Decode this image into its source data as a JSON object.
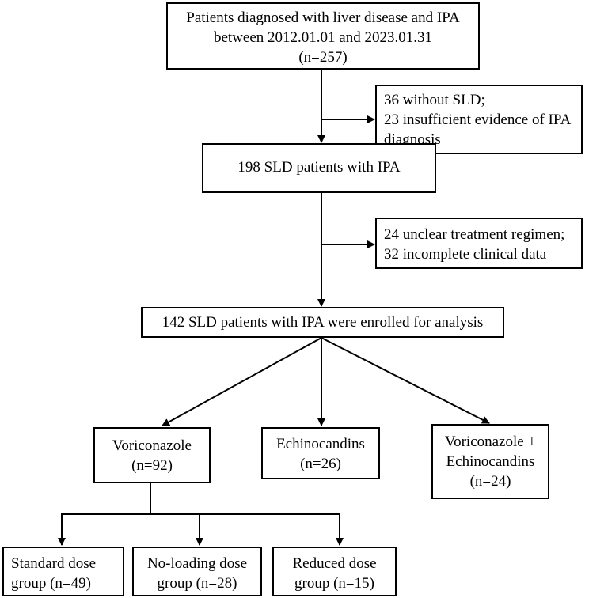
{
  "flowchart": {
    "initial": {
      "lines": [
        "Patients diagnosed with liver disease and IPA",
        "between 2012.01.01 and 2023.01.31",
        "(n=257)"
      ]
    },
    "exclusion_1": {
      "lines": [
        "36 without SLD;",
        "23 insufficient evidence of IPA",
        "diagnosis"
      ]
    },
    "sld_ipa": {
      "lines": [
        "198 SLD patients with IPA"
      ]
    },
    "exclusion_2": {
      "lines": [
        "24 unclear treatment regimen;",
        "32 incomplete clinical data"
      ]
    },
    "enrolled": {
      "lines": [
        "142 SLD patients with IPA were enrolled for analysis"
      ]
    },
    "voriconazole": {
      "lines": [
        "Voriconazole",
        "(n=92)"
      ]
    },
    "echinocandins": {
      "lines": [
        "Echinocandins",
        "(n=26)"
      ]
    },
    "combination": {
      "lines": [
        "Voriconazole +",
        "Echinocandins",
        "(n=24)"
      ]
    },
    "standard_dose": {
      "lines": [
        "Standard dose",
        "group  (n=49)"
      ]
    },
    "no_loading_dose": {
      "lines": [
        "No-loading dose",
        "group  (n=28)"
      ]
    },
    "reduced_dose": {
      "lines": [
        "Reduced dose",
        "group  (n=15)"
      ]
    }
  },
  "colors": {
    "stroke": "#000000",
    "background": "#ffffff"
  }
}
